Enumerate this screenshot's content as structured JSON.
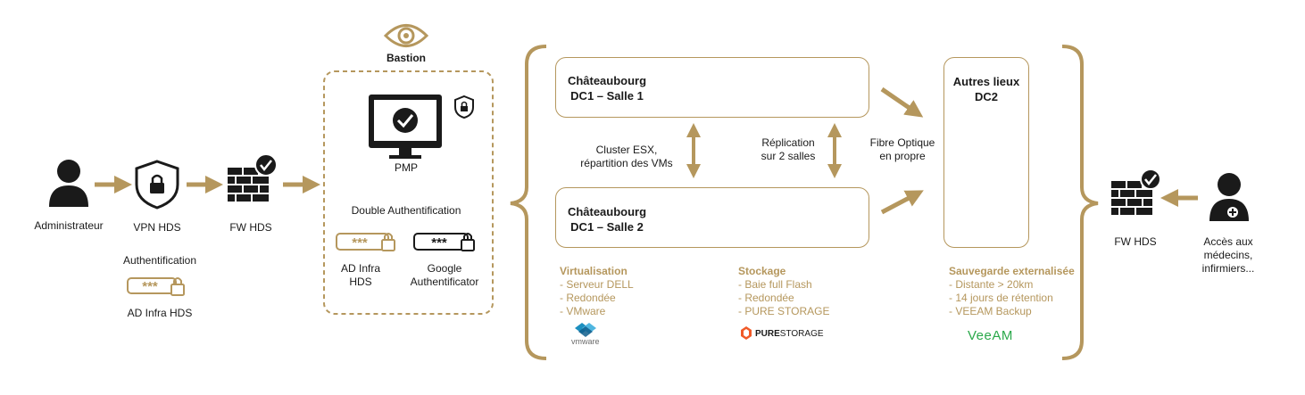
{
  "colors": {
    "accent": "#b5975d",
    "dark": "#1a1a1a"
  },
  "labels": {
    "admin": "Administrateur",
    "vpn": "VPN HDS",
    "fw_left": "FW HDS",
    "auth_title": "Authentification",
    "auth_ad": "AD Infra HDS",
    "bastion": "Bastion",
    "pmp": "PMP",
    "double_auth": "Double Authentification",
    "ad_infra_line1": "AD Infra",
    "ad_infra_line2": "HDS",
    "google_line1": "Google",
    "google_line2": "Authentificator",
    "dc1_s1_line1": "Châteaubourg",
    "dc1_s1_line2": "DC1 – Salle 1",
    "dc1_s2_line1": "Châteaubourg",
    "dc1_s2_line2": "DC1 – Salle 2",
    "cluster_line1": "Cluster ESX,",
    "cluster_line2": "répartition des VMs",
    "replication_line1": "Réplication",
    "replication_line2": "sur 2 salles",
    "fibre_line1": "Fibre Optique",
    "fibre_line2": "en propre",
    "dc2_line1": "Autres lieux",
    "dc2_line2": "DC2",
    "fw_right": "FW HDS",
    "access_line1": "Accès aux",
    "access_line2": "médecins,",
    "access_line3": "infirmiers..."
  },
  "password_mask": "***",
  "features": {
    "virtualisation": {
      "title": "Virtualisation",
      "items": [
        "- Serveur DELL",
        "- Redondée",
        "- VMware"
      ],
      "logo": "vmware"
    },
    "stockage": {
      "title": "Stockage",
      "items": [
        "- Baie full Flash",
        "- Redondée",
        "- PURE STORAGE"
      ],
      "logo_bold": "PURE",
      "logo_rest": "STORAGE"
    },
    "sauvegarde": {
      "title": "Sauvegarde externalisée",
      "items": [
        "- Distante > 20km",
        "- 14 jours de rétention",
        "- VEEAM Backup"
      ],
      "logo": "VeeAM"
    }
  },
  "icons": [
    "user-icon",
    "shield-lock-icon",
    "firewall-icon",
    "eye-icon",
    "monitor-check-icon",
    "shield-lock-small-icon",
    "password-lock-icon",
    "server-icon",
    "cloud-icon",
    "database-icon",
    "user-medical-icon"
  ]
}
